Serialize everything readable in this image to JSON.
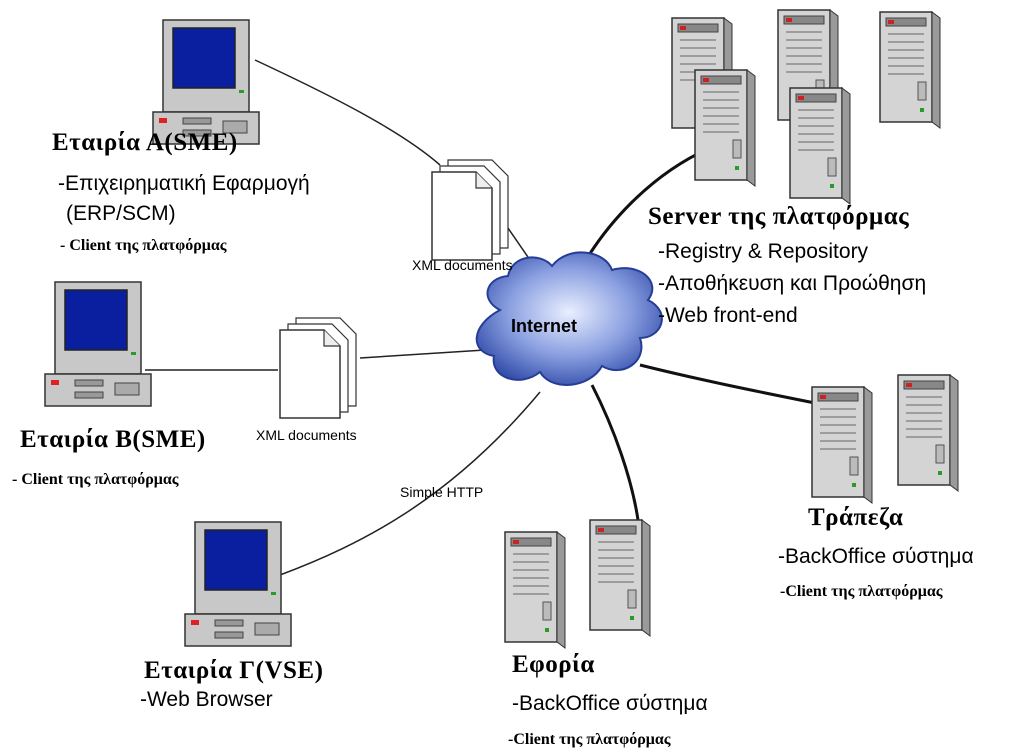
{
  "cloud": {
    "label": "Internet"
  },
  "edge_labels": {
    "xml_a": "XML documents",
    "xml_b": "XML documents",
    "http_c": "Simple HTTP"
  },
  "nodes": {
    "company_a": {
      "title": "Εταιρία Α(SME)",
      "lines": [
        "-Επιχειρηματική Εφαρμογή",
        "(ERP/SCM)"
      ],
      "client": "- Client της πλατφόρμας"
    },
    "company_b": {
      "title": "Εταιρία Β(SME)",
      "client": "- Client της πλατφόρμας"
    },
    "company_c": {
      "title": "Εταιρία Γ(VSE)",
      "lines": [
        "-Web Browser"
      ]
    },
    "server": {
      "title": "Server της πλατφόρμας",
      "lines": [
        "-Registry & Repository",
        "-Αποθήκευση και Προώθηση",
        "-Web front-end"
      ]
    },
    "bank": {
      "title": "Τράπεζα",
      "lines": [
        "-BackOffice σύστημα"
      ],
      "client": "-Client της πλατφόρμας"
    },
    "tax": {
      "title": "Εφορία",
      "lines": [
        "-BackOffice σύστημα"
      ],
      "client": "-Client της πλατφόρμας"
    }
  }
}
